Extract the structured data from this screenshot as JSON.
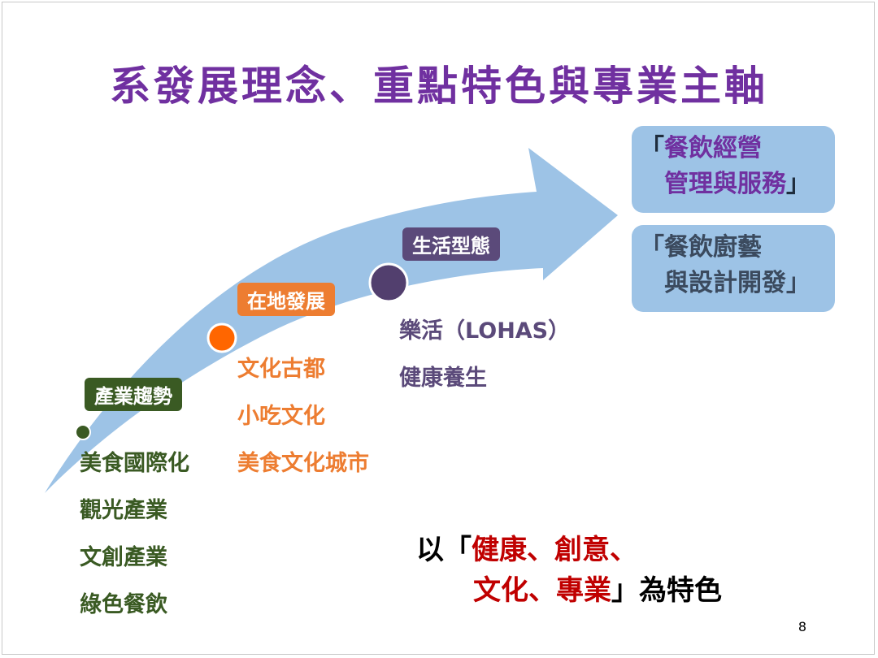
{
  "title": "系發展理念、重點特色與專業主軸",
  "stages": [
    {
      "label": "產業趨勢",
      "color": "#3a5a23",
      "items": [
        "美食國際化",
        "觀光產業",
        "文創產業",
        "綠色餐飲"
      ]
    },
    {
      "label": "在地發展",
      "color": "#ed7d31",
      "items": [
        "文化古都",
        "小吃文化",
        "美食文化城市"
      ]
    },
    {
      "label": "生活型態",
      "color": "#5b4a7a",
      "items": [
        "樂活（LOHAS）",
        "健康養生"
      ]
    }
  ],
  "boxes": [
    {
      "open": "「",
      "line1": "餐飲經營",
      "line2": "管理與服務",
      "close": "」",
      "text_color": "#7030a0"
    },
    {
      "open": "「",
      "line1": "餐飲廚藝",
      "line2": "與設計開發",
      "close": "」",
      "text_color": "#3b4a5e"
    }
  ],
  "note": {
    "prefix": "以「",
    "highlight1": "健康、創意、",
    "highlight2": "文化、專業",
    "suffix": "」為特色"
  },
  "page_number": "8",
  "colors": {
    "title": "#7030a0",
    "arrow": "#9dc3e6",
    "highlight": "#c00000"
  }
}
